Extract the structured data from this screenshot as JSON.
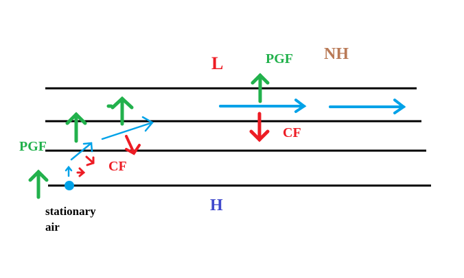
{
  "diagram": {
    "title": "Geostrophic wind adjustment (Northern Hemisphere)",
    "colors": {
      "isobar": "#000000",
      "pgf": "#22b14c",
      "cf": "#ed1c24",
      "wind": "#00a2e8",
      "low": "#ed1c24",
      "high": "#3f48cc",
      "hemisphere": "#b97a57",
      "text": "#000000"
    },
    "labels": {
      "low": "L",
      "high": "H",
      "hemisphere": "NH",
      "pgf_left": "PGF",
      "pgf_right": "PGF",
      "cf_left": "CF",
      "cf_right": "CF",
      "stationary_line1": "stationary",
      "stationary_line2": "air"
    },
    "isobars": [
      {
        "id": "isobar-1"
      },
      {
        "id": "isobar-2"
      },
      {
        "id": "isobar-3"
      },
      {
        "id": "isobar-4"
      }
    ]
  }
}
